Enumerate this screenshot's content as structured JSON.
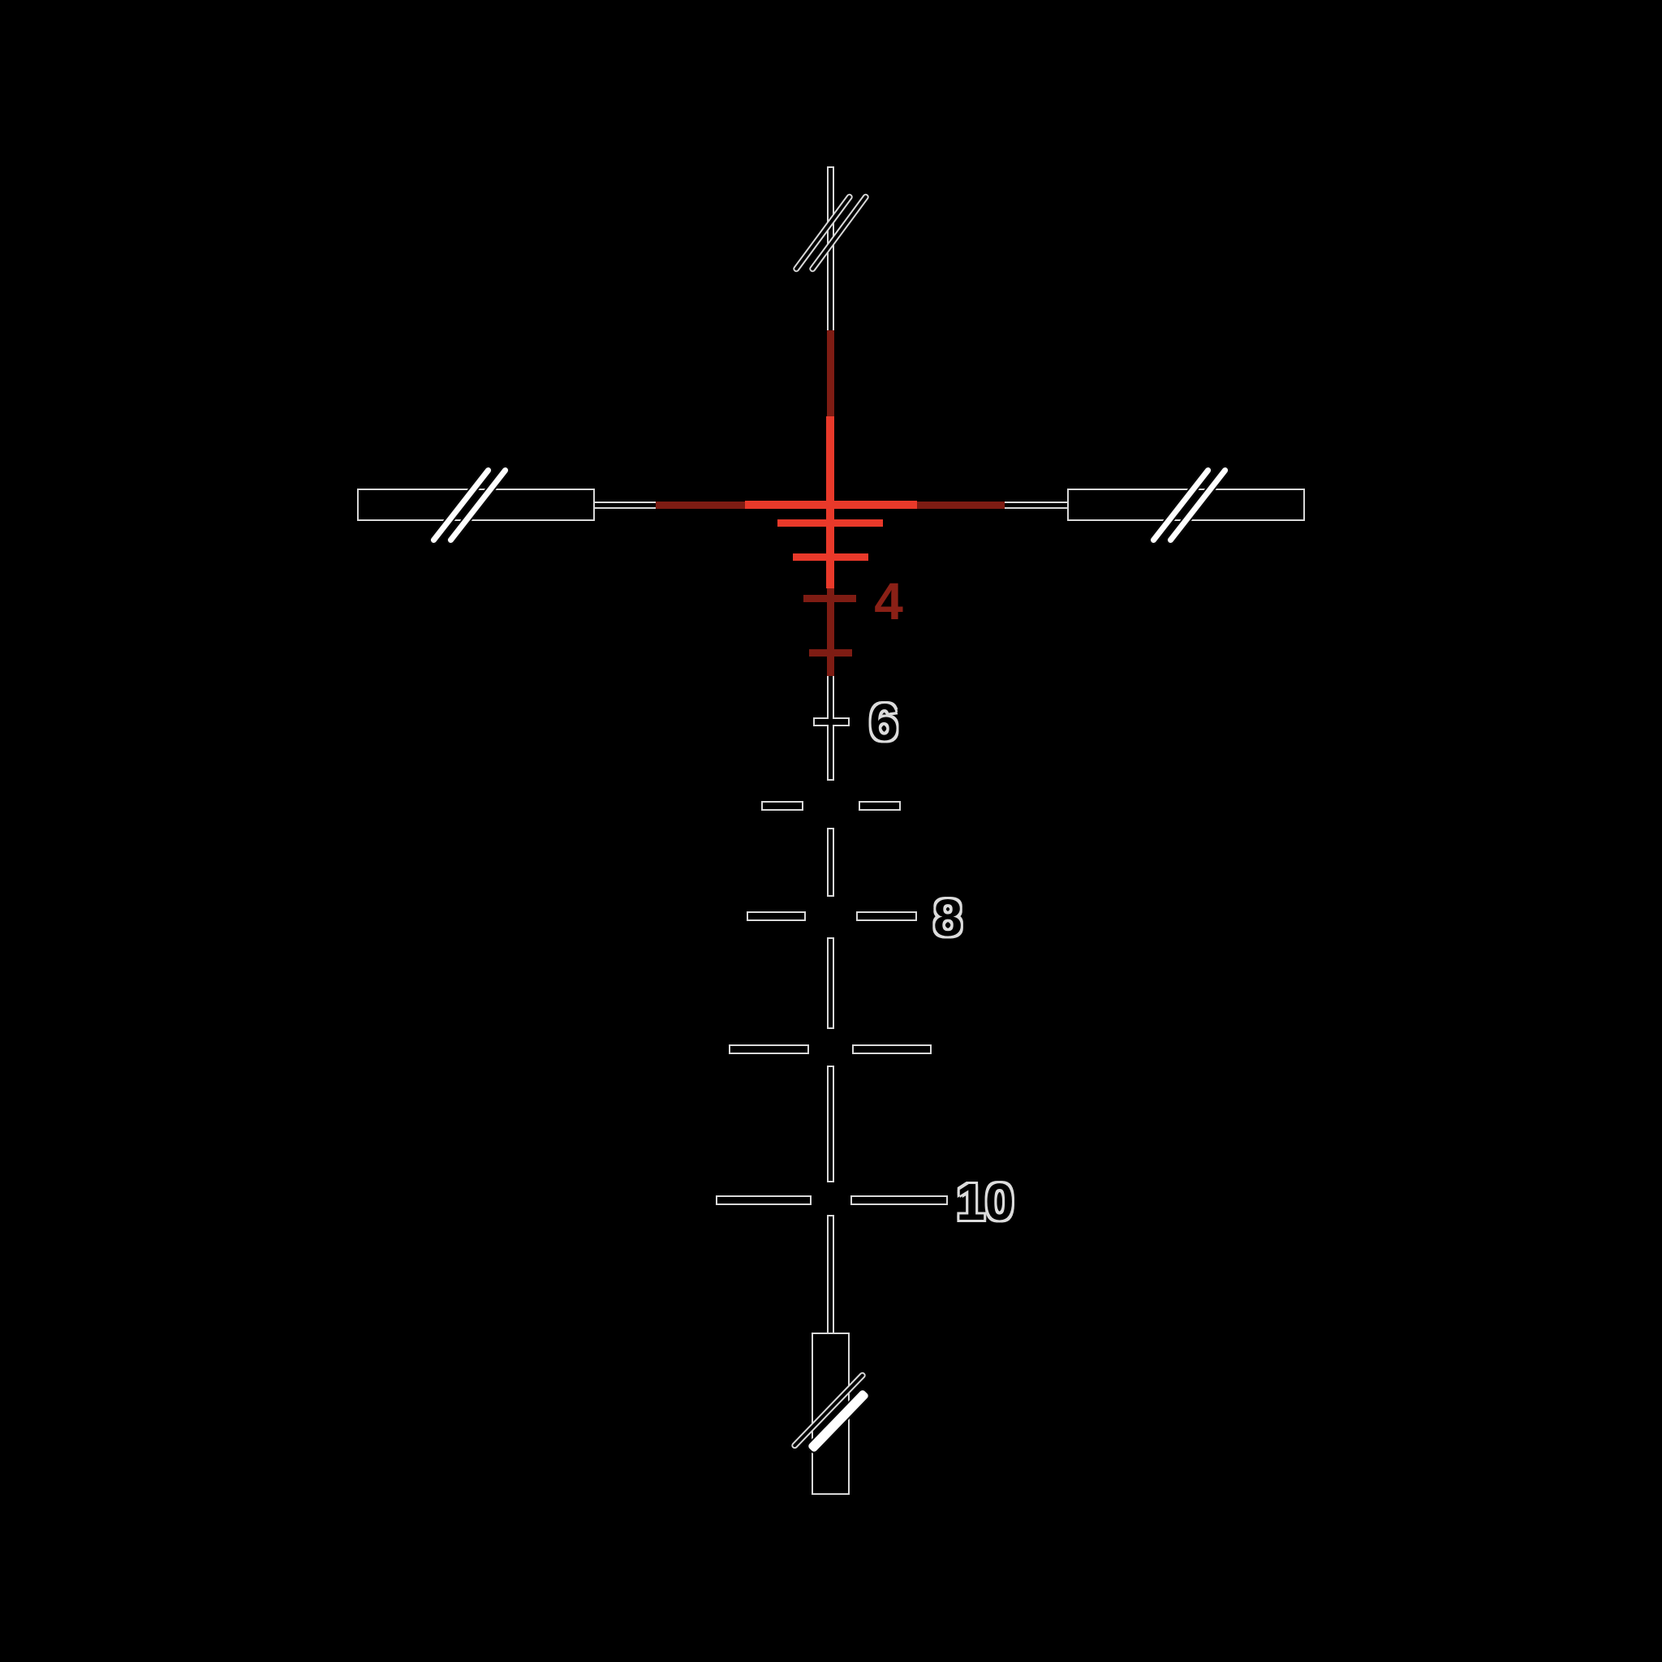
{
  "reticle": {
    "type": "riflescope BDC reticle diagram",
    "background": "#000000",
    "colors": {
      "illuminated_red": "#e9392a",
      "dark_red": "#7e1c13",
      "outline_gray": "#d8d8d8",
      "post_black": "#000000",
      "slash_white": "#ffffff",
      "label_red": "#8a2016"
    },
    "bdc_labels": {
      "l4": "4",
      "l6": "6",
      "l8": "8",
      "l10": "10"
    }
  }
}
